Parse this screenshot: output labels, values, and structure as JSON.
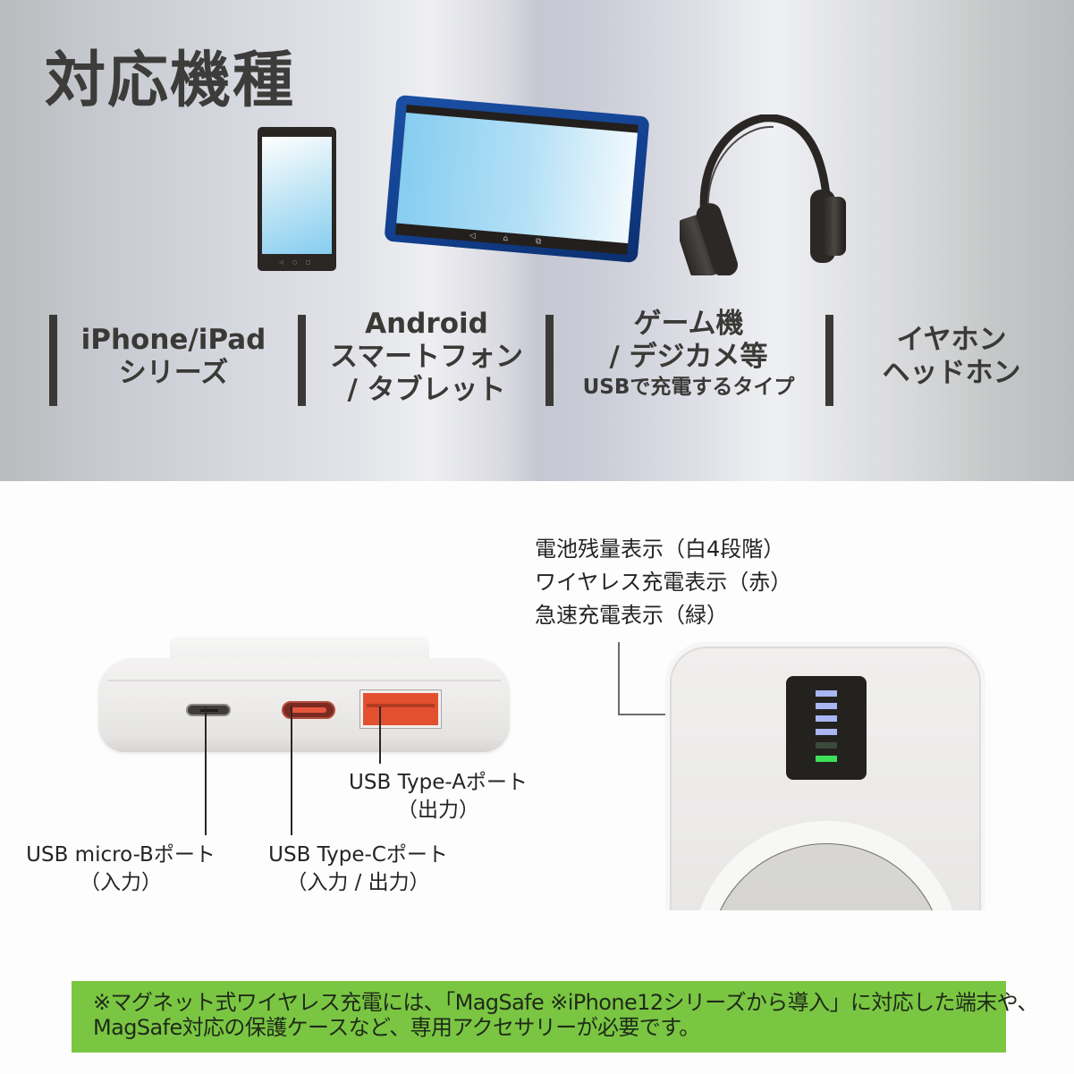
{
  "header": {
    "title": "対応機種"
  },
  "devices_illustration": [
    {
      "icon": "smartphone-icon"
    },
    {
      "icon": "tablet-icon"
    },
    {
      "icon": "headphones-icon"
    }
  ],
  "categories": [
    {
      "lines": [
        "iPhone/iPad",
        "シリーズ"
      ],
      "sub": ""
    },
    {
      "lines": [
        "Android",
        "スマートフォン",
        "/ タブレット"
      ],
      "sub": ""
    },
    {
      "lines": [
        "ゲーム機",
        "/ デジカメ等"
      ],
      "sub": "USBで充電するタイプ"
    },
    {
      "lines": [
        "イヤホン",
        "ヘッドホン"
      ],
      "sub": ""
    }
  ],
  "indicator_notes": [
    "電池残量表示（白4段階）",
    "ワイヤレス充電表示（赤）",
    "急速充電表示（緑）"
  ],
  "ports": {
    "micro_b": {
      "name": "USB micro-Bポート",
      "role": "（入力）"
    },
    "type_c": {
      "name": "USB Type-Cポート",
      "role": "（入力 / 出力）"
    },
    "type_a": {
      "name": "USB Type-Aポート",
      "role": "（出力）"
    }
  },
  "led_indicator": {
    "leds": [
      {
        "state": "on",
        "color": "#a9b6f2"
      },
      {
        "state": "on",
        "color": "#a9b6f2"
      },
      {
        "state": "on",
        "color": "#a9b6f2"
      },
      {
        "state": "on",
        "color": "#a9b6f2"
      },
      {
        "state": "off",
        "color": "#3c4a3c"
      },
      {
        "state": "on",
        "color": "#3ee05a"
      }
    ]
  },
  "footnote": {
    "line1": "※マグネット式ワイヤレス充電には、「MagSafe ※iPhone12シリーズから導入」に対応した端末や、",
    "line2": "MagSafe対応の保護ケースなど、専用アクセサリーが必要です。",
    "background": "#7ac642"
  },
  "colors": {
    "text_dark": "#3b3936",
    "tablet_blue": "#123f8e",
    "port_orange": "#e3502f"
  }
}
